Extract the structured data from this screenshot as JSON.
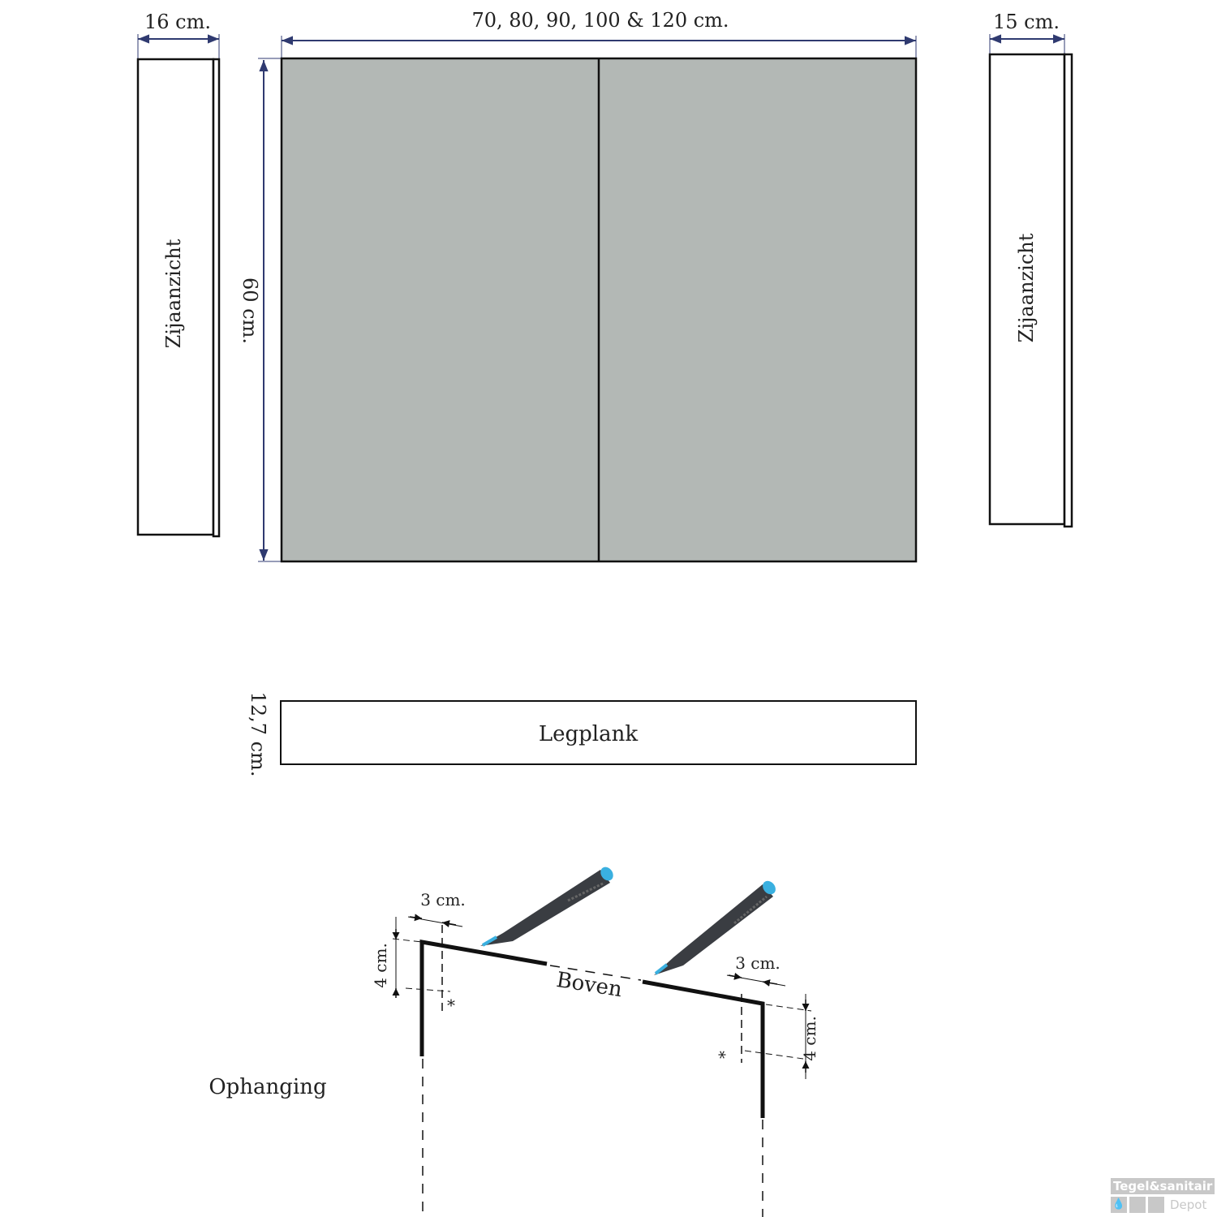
{
  "dimensions": {
    "left_depth": "16 cm.",
    "widths": "70, 80, 90, 100 & 120 cm.",
    "right_depth": "15 cm.",
    "height": "60 cm.",
    "shelf_height": "12,7 cm."
  },
  "labels": {
    "side_view_left": "Zijaanzicht",
    "side_view_right": "Zijaanzicht",
    "shelf": "Legplank",
    "top": "Boven",
    "mounting": "Ophanging"
  },
  "mounting": {
    "left_offset": "3 cm.",
    "left_drop": "4 cm.",
    "right_offset": "3 cm.",
    "right_drop": "4 cm.",
    "marker": "*"
  },
  "watermark": {
    "brand": "Tegel&sanitair",
    "sub": "Depot"
  },
  "colors": {
    "mirror": "#b3b8b5",
    "dimension": "#2f3a70",
    "pen_tip": "#3ab0e0"
  }
}
